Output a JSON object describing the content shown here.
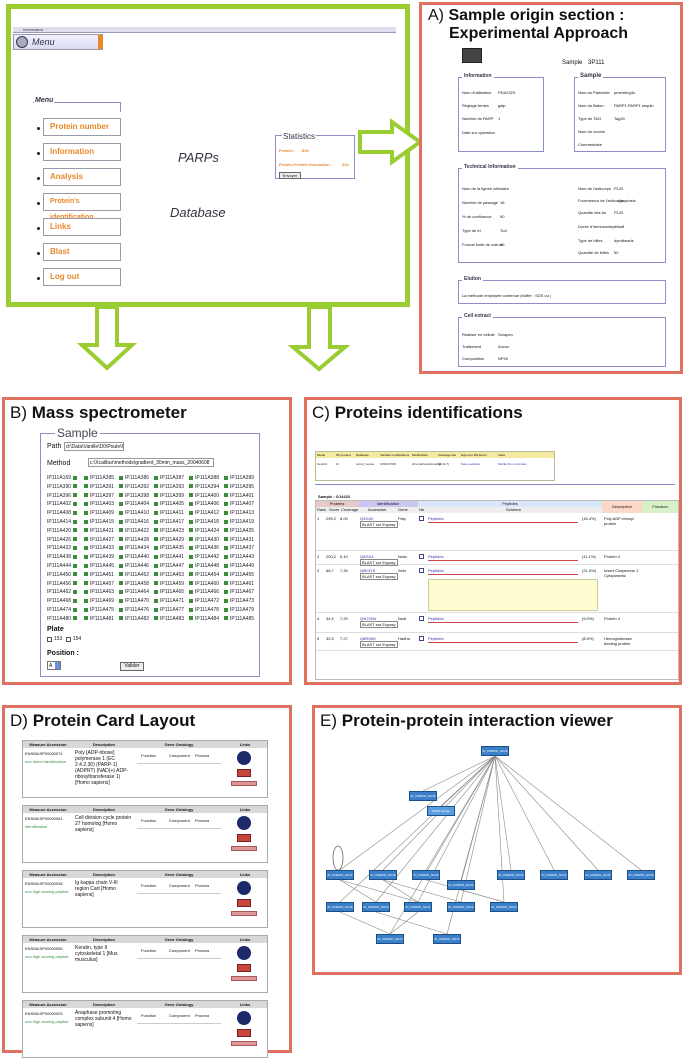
{
  "panels": {
    "A": {
      "letter": "A)",
      "title_line1": "Sample origin section :",
      "title_line2": "Experimental Approach"
    },
    "B": {
      "letter": "B)",
      "title": "Mass spectrometer"
    },
    "C": {
      "letter": "C)",
      "title": "Proteins identifications"
    },
    "D": {
      "letter": "D)",
      "title": "Protein Card Layout"
    },
    "E": {
      "letter": "E)",
      "title": "Protein-protein interaction viewer"
    }
  },
  "main": {
    "window_title": "Information",
    "menu_header": "Menu",
    "menu_legend": "Menu",
    "menu_items": [
      "Protein number",
      "Information",
      "Analysis",
      "Protein's identification",
      "Links",
      "Blast",
      "Log out"
    ],
    "center_text_1": "PARPs",
    "center_text_2": "Database",
    "stats": {
      "title": "Statistics",
      "proteins_label": "Protein :",
      "proteins_value": "849",
      "ppi_label": "Protein-Protein Interaction :",
      "ppi_value": "334",
      "button": "Envoyer"
    }
  },
  "sampleA": {
    "sample_label": "Sample",
    "sample_value": "3P111",
    "info_legend": "Information",
    "sample_legend": "Sample",
    "tech_legend": "Technical Information",
    "elution_legend": "Elution",
    "cell_legend": "Cell extract",
    "info_rows": [
      [
        "Nom d'utilisateur",
        "PDA2323"
      ],
      [
        "Reglage fentes",
        "gaip"
      ],
      [
        "Nombre de PARP",
        "1"
      ],
      [
        "Date sur operation",
        ""
      ]
    ],
    "sample_rows": [
      [
        "Nom du Plasmide",
        "pmembrg4s"
      ],
      [
        "Nom du Baton",
        "PARP1 PARP1 sequin"
      ],
      [
        "Type de TAG",
        "Tag2ir"
      ],
      [
        "Nom du cuvela",
        ""
      ],
      [
        "Commentaire",
        ""
      ]
    ],
    "tech_left": [
      [
        "Nom de la lignee cellulaire",
        ""
      ],
      [
        "Nombre de passage",
        "18"
      ],
      [
        "% de confluence",
        "90"
      ],
      [
        "Type de tri",
        "Tud"
      ],
      [
        "Format boite de culture",
        "10"
      ]
    ],
    "tech_right": [
      [
        "Nom de l'anticorps",
        "P120"
      ],
      [
        "Fournisseur de l'anticorps",
        "Apoptosis"
      ],
      [
        "Quantite des Ac",
        "P120"
      ],
      [
        "Durée d'immunodeplétion",
        "2"
      ],
      [
        "Type de billes",
        "dyndbeads"
      ],
      [
        "Quantité de billes",
        "50"
      ]
    ],
    "elution_text": "La methode employée contenue (buffer : SDS ou )",
    "cell_rows": [
      [
        "Realiser en cellule",
        "Scrapen"
      ],
      [
        "Traitement",
        "Aucun"
      ],
      [
        "Composition",
        "NP40"
      ]
    ]
  },
  "massB": {
    "legend": "Sample",
    "path_label": "Path",
    "path_value": "d:\\Data\\Vanille\\D0\\Poule\\f",
    "method_label": "Method",
    "method_value": "c:\\Xcalibur\\methods\\gradient_30min_mass_20040608",
    "rows": [
      [
        "IP111A169",
        "IP111A385",
        "IP111A386",
        "IP111A387",
        "IP111A388",
        "IP111A389"
      ],
      [
        "IP111A390",
        "IP111A391",
        "IP111A392",
        "IP111A393",
        "IP111A394",
        "IP111A395"
      ],
      [
        "IP111A396",
        "IP111A397",
        "IP111A398",
        "IP111A399",
        "IP111A400",
        "IP111A401"
      ],
      [
        "IP111A402",
        "IP111A403",
        "IP111A404",
        "IP111A405",
        "IP111A406",
        "IP111A407"
      ],
      [
        "IP111A408",
        "IP111A409",
        "IP111A410",
        "IP111A411",
        "IP111A412",
        "IP111A413"
      ],
      [
        "IP111A414",
        "IP111A415",
        "IP111A416",
        "IP111A417",
        "IP111A418",
        "IP111A419"
      ],
      [
        "IP111A420",
        "IP111A421",
        "IP111A422",
        "IP111A423",
        "IP111A424",
        "IP111A425"
      ],
      [
        "IP111A426",
        "IP111A427",
        "IP111A428",
        "IP111A429",
        "IP111A430",
        "IP111A431"
      ],
      [
        "IP111A432",
        "IP111A433",
        "IP111A434",
        "IP111A435",
        "IP111A436",
        "IP111A437"
      ],
      [
        "IP111A438",
        "IP111A439",
        "IP111A440",
        "IP111A441",
        "IP111A442",
        "IP111A443"
      ],
      [
        "IP111A444",
        "IP111A445",
        "IP111A446",
        "IP111A447",
        "IP111A448",
        "IP111A449"
      ],
      [
        "IP111A450",
        "IP111A451",
        "IP111A452",
        "IP111A453",
        "IP111A454",
        "IP111A455"
      ],
      [
        "IP111A456",
        "IP111A457",
        "IP111A458",
        "IP111A459",
        "IP111A460",
        "IP111A461"
      ],
      [
        "IP111A462",
        "IP111A463",
        "IP111A464",
        "IP111A465",
        "IP111A466",
        "IP111A467"
      ],
      [
        "IP111A468",
        "IP111A469",
        "IP111A470",
        "IP111A471",
        "IP111A472",
        "IP111A473"
      ],
      [
        "IP111A474",
        "IP111A475",
        "IP111A476",
        "IP111A477",
        "IP111A478",
        "IP111A479"
      ],
      [
        "IP111A480",
        "IP111A481",
        "IP111A482",
        "IP111A483",
        "IP111A484",
        "IP111A485"
      ]
    ],
    "plate_label": "Plate",
    "plate_1": "153",
    "plate_2": "154",
    "position_label": "Position :",
    "position_value": "A",
    "validate": "Valider"
  },
  "protC": {
    "summary_headers": [
      "Model",
      "Nb proteins",
      "Database",
      "Variable modifications",
      "Modification",
      "Cleavage site",
      "Export to MS Excel",
      "Label"
    ],
    "summary_row": [
      "IsoJoint",
      "10",
      "uniref_mouse",
      "OXIDATION",
      "2C+Carbamidomethyl",
      "2H (2-7)",
      "Save peptides",
      "Mobile from ms/mass"
    ],
    "sample_title": "Sample : GJ4433",
    "group_headers": [
      "Proteins",
      "Identification",
      "Peptides",
      "Description",
      "Function"
    ],
    "col_headers": [
      "Rank",
      "Score",
      "Coverage",
      "Accession",
      "Gene",
      "Nb",
      "Schema"
    ],
    "rows": [
      {
        "rank": "1",
        "score": "295,2",
        "cov": "8,00",
        "acc": "Q9JI40",
        "gene": "Parp",
        "pct": "(16.4%)",
        "desc": "Poly ADP-ribosyl protein"
      },
      {
        "rank": "2",
        "score": "200,2",
        "cov": "6,10",
        "acc": "Q8JUI4",
        "gene": "Nudc",
        "pct": "(11.1%)",
        "desc": "Protein 4"
      },
      {
        "rank": "3",
        "score": "68,7",
        "cov": "7,30",
        "acc": "Q8K4Y8",
        "gene": "Sets",
        "pct": "(21.5%)",
        "desc": "Insert Chaperone 1 Cytoplasmic"
      },
      {
        "rank": "4",
        "score": "34,9",
        "cov": "7,20",
        "acc": "Q9CXN4",
        "gene": "Nudt",
        "pct": "(9.0%)",
        "desc": "Protein 4"
      },
      {
        "rank": "5",
        "score": "32,5",
        "cov": "7,27",
        "acc": "Q8R3N9",
        "gene": "Hadha",
        "pct": "(8.5%)",
        "desc": "Hemoglobinase binding protein"
      }
    ],
    "peptides_label": "Peptides",
    "blast_label": "BLAST sur Expasy"
  },
  "cardD": {
    "headers": [
      "Measure Accession",
      "Description",
      "Gene Ontology",
      "Links"
    ],
    "go_headers": [
      "Function",
      "Component",
      "Process"
    ],
    "cards": [
      {
        "acc": "ENSMUSP00000074",
        "tag": "non direct identification",
        "desc": "Poly [ADP-ribose] polymerase 1 (EC 2.4.2.30) (PARP-1) (ADPRT) (NAD(+) ADP-ribosyltransferase 1) [Homo sapiens]"
      },
      {
        "acc": "ENSMUSP00000061",
        "tag": "identification",
        "desc": "Cell division cycle protein 27 homolog [Homo sapiens]"
      },
      {
        "acc": "ENSMUSP00000038",
        "tag": "non high scoring peptide",
        "desc": "Ig kappa chain V-III region Cart [Homo sapiens]"
      },
      {
        "acc": "ENSMUSP00000055",
        "tag": "non high scoring peptide",
        "desc": "Keratin, type II cytoskeletal 1 [Mus musculus]"
      },
      {
        "acc": "ENSMUSP00000029",
        "tag": "non high scoring peptide",
        "desc": "Anaphase promoting complex subunit 4 [Homo sapiens]"
      }
    ]
  },
  "ppiE": {
    "nodes": [
      {
        "id": "top",
        "label": "ID_UNIRPA_GDJ8"
      },
      {
        "id": "n1",
        "label": "ID_UNIRPA_GDJ3"
      },
      {
        "id": "n2",
        "label": "SHCP kinase"
      },
      {
        "id": "n3",
        "label": "ID_UNIRPA_GDJ7"
      },
      {
        "id": "n4",
        "label": "ID_UNIRPA_GDJ8"
      },
      {
        "id": "n5",
        "label": "ID_UNIRPA_GDJ0"
      },
      {
        "id": "n6",
        "label": "ID_UNIRPA_GDJ1"
      },
      {
        "id": "n7",
        "label": "ID_UNIRPA_GDJ2"
      },
      {
        "id": "n8",
        "label": "ID_UNIRPA_GDJ4"
      },
      {
        "id": "n9",
        "label": "ID_UNIRPA_GDJ5"
      },
      {
        "id": "n10",
        "label": "ID_UNIRPA_GDJ6"
      },
      {
        "id": "n11",
        "label": "ID_UNIRPA_GDJ9"
      },
      {
        "id": "n12",
        "label": "ID_UNIRPA_GD10"
      },
      {
        "id": "n13",
        "label": "ID_UNIRPA_GD11"
      },
      {
        "id": "n14",
        "label": "ID_UNIRPA_GD12"
      },
      {
        "id": "n15",
        "label": "ID_UNIRPA_GD13"
      },
      {
        "id": "n16",
        "label": "ID_UNIRPA_GD14"
      },
      {
        "id": "n17",
        "label": "ID_UNIRPA_GD15"
      }
    ]
  }
}
